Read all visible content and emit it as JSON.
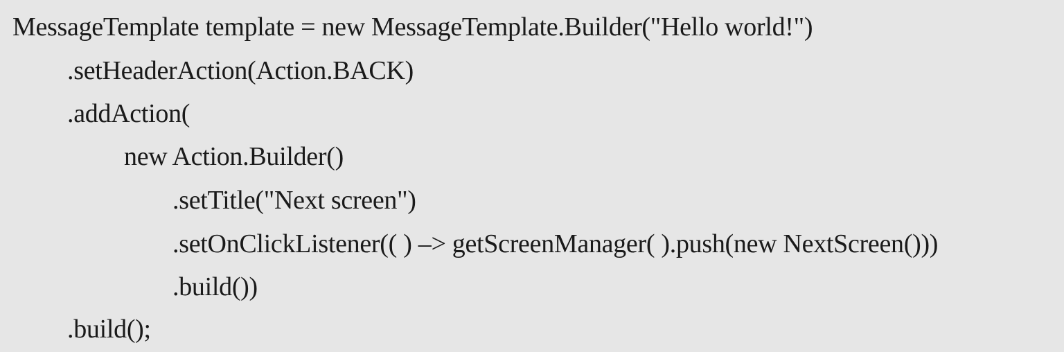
{
  "background_color": "#e6e6e6",
  "text_color": "#1a1a1a",
  "code": {
    "lines": [
      {
        "indent": 0,
        "text": "MessageTemplate template = new MessageTemplate.Builder(\"Hello world!\")"
      },
      {
        "indent": 1,
        "text": ".setHeaderAction(Action.BACK)"
      },
      {
        "indent": 1,
        "text": ".addAction("
      },
      {
        "indent": 2,
        "text": "new Action.Builder()"
      },
      {
        "indent": 3,
        "text": ".setTitle(\"Next screen\")"
      },
      {
        "indent": 3,
        "text": ".setOnClickListener(( ) –> getScreenManager( ).push(new NextScreen()))"
      },
      {
        "indent": 3,
        "text": ".build())"
      },
      {
        "indent": 1,
        "text": ".build();"
      }
    ]
  }
}
